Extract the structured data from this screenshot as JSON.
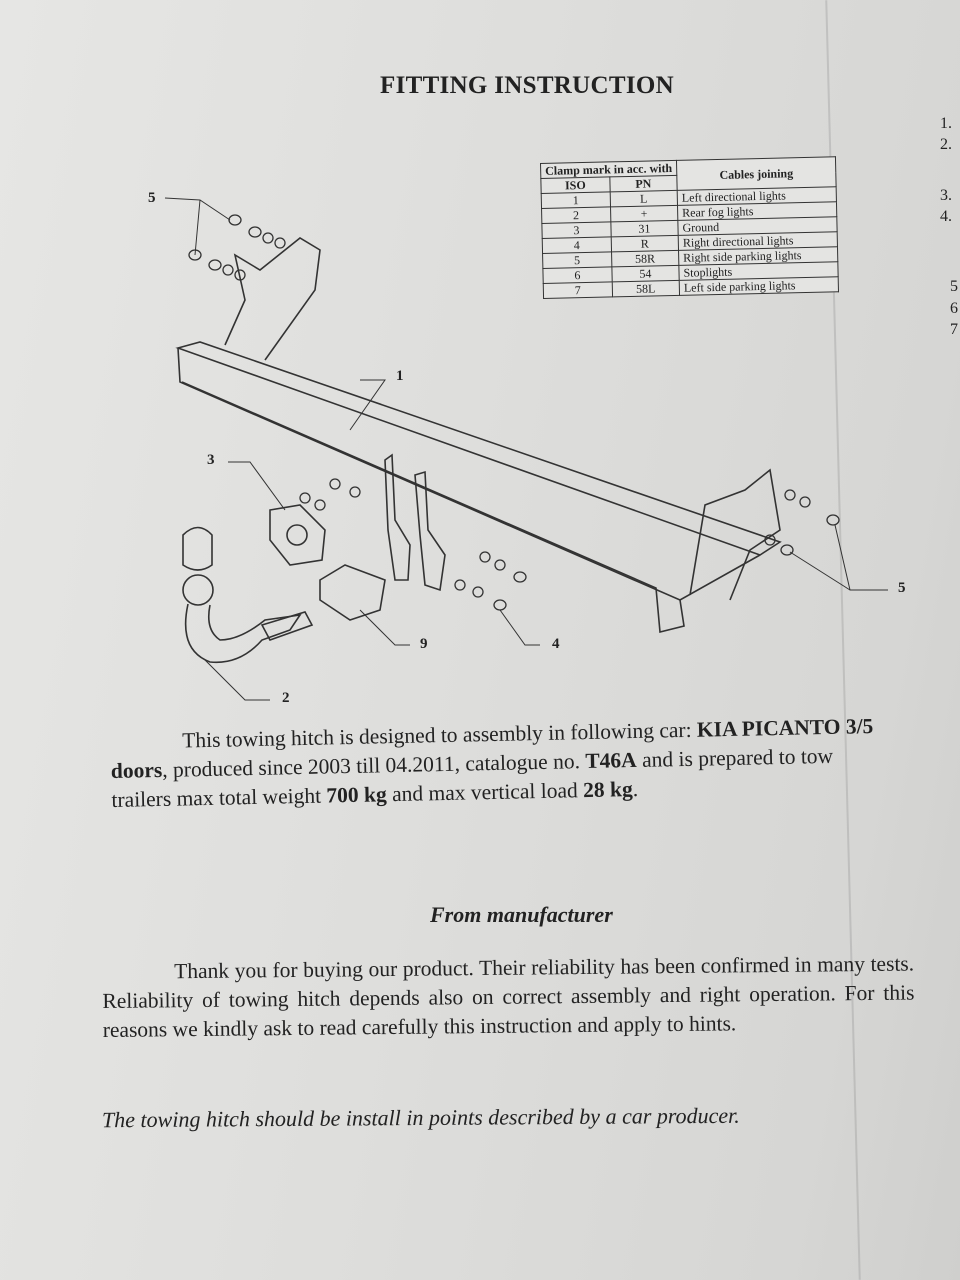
{
  "title": "FITTING INSTRUCTION",
  "side_numbers": [
    "1.",
    "2.",
    "3.",
    "4.",
    "5",
    "6",
    "7"
  ],
  "table": {
    "header_group": "Clamp mark in acc. with",
    "col_iso": "ISO",
    "col_pn": "PN",
    "col_cables": "Cables joining",
    "rows": [
      {
        "iso": "1",
        "pn": "L",
        "desc": "Left directional lights"
      },
      {
        "iso": "2",
        "pn": "+",
        "desc": "Rear fog lights"
      },
      {
        "iso": "3",
        "pn": "31",
        "desc": "Ground"
      },
      {
        "iso": "4",
        "pn": "R",
        "desc": "Right directional lights"
      },
      {
        "iso": "5",
        "pn": "58R",
        "desc": "Right side parking lights"
      },
      {
        "iso": "6",
        "pn": "54",
        "desc": "Stoplights"
      },
      {
        "iso": "7",
        "pn": "58L",
        "desc": "Left side parking lights"
      }
    ]
  },
  "diagram_labels": {
    "l1": "1",
    "l2": "2",
    "l3": "3",
    "l4": "4",
    "l5a": "5",
    "l5b": "5",
    "l9": "9"
  },
  "intro": {
    "t1": "This towing hitch is designed to assembly in following car: ",
    "car": "KIA PICANTO 3/5 doors",
    "t2": ", produced since 2003 till 04.2011, catalogue no. ",
    "catalogue": "T46A",
    "t3": " and is prepared to tow trailers max total weight ",
    "weight": "700 kg",
    "t4": "  and max vertical load ",
    "vload": "28 kg",
    "t5": "."
  },
  "manufacturer_heading": "From manufacturer",
  "manufacturer_text": "Thank you for buying our product. Their reliability has been confirmed in many tests. Reliability of towing hitch depends also on correct assembly and right operation. For this reasons we kindly ask to read carefully this instruction and apply to hints.",
  "install_note": "The towing hitch should be install in points described by a car producer."
}
